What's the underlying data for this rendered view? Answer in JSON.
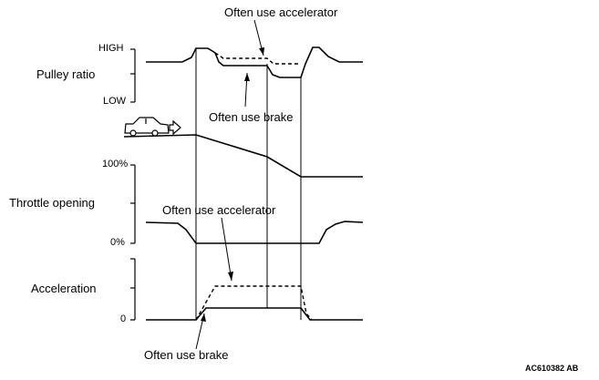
{
  "title": "",
  "rows": {
    "pulley_ratio": {
      "label": "Pulley ratio",
      "tick_high": "HIGH",
      "tick_low": "LOW"
    },
    "throttle_opening": {
      "label": "Throttle opening",
      "tick_high": "100%",
      "tick_low": "0%"
    },
    "acceleration": {
      "label": "Acceleration",
      "tick_zero": "0"
    }
  },
  "annotations": {
    "accelerator_top": "Often use accelerator",
    "brake_mid": "Often use brake",
    "accelerator_mid": "Often use accelerator",
    "brake_bottom": "Often use brake"
  },
  "vehicle_icon": "car-with-arrow-icon",
  "figure_code": "AC610382 AB",
  "line_styles": {
    "brake_case": "solid",
    "accelerator_case": "dashed"
  }
}
